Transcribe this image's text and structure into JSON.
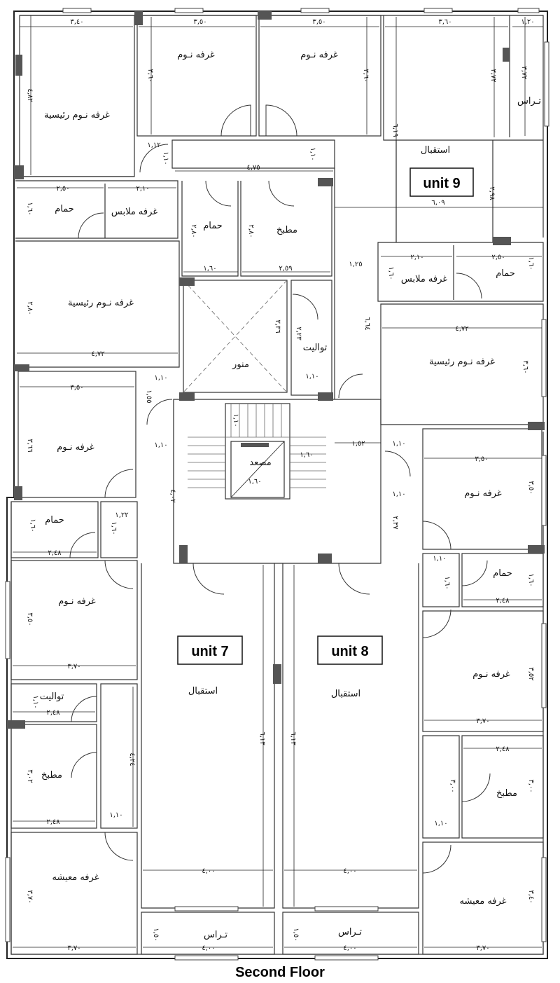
{
  "title": "Second Floor",
  "units": [
    {
      "id": "unit7",
      "label": "unit 7"
    },
    {
      "id": "unit8",
      "label": "unit 8"
    },
    {
      "id": "unit9",
      "label": "unit 9"
    }
  ],
  "rooms": {
    "master_bed_tl": "غرفه نـوم رئيسية",
    "bed_top1": "غرفه نـوم",
    "bed_top2": "غرفه نـوم",
    "reception_top": "استقبال",
    "terrace_top": "تـراس",
    "bath_l1": "حمام",
    "dress_l1": "غرفه ملابس",
    "bath_c": "حمام",
    "kitchen_c": "مطبخ",
    "dress_r1": "غرفه ملابس",
    "bath_r1": "حمام",
    "master_bed_l2": "غرفه نـوم رئيسية",
    "shaft": "منور",
    "toilet_c": "تواليت",
    "master_bed_r2": "غرفه نـوم رئيسية",
    "bed_l3": "غرفه نـوم",
    "elevator": "مصعد",
    "bed_r3": "غرفه نـوم",
    "bath_l3": "حمام",
    "bath_r3": "حمام",
    "bed_l4": "غرفه نـوم",
    "bed_r4": "غرفه نـوم",
    "reception_7": "استقبال",
    "reception_8": "استقبال",
    "toilet_l": "تواليت",
    "kitchen_l": "مطبخ",
    "kitchen_r": "مطبخ",
    "living_l": "غرفه معيشه",
    "living_r": "غرفه معيشه",
    "terrace_7": "تـراس",
    "terrace_8": "تـراس"
  },
  "dims": {
    "d1": "٣,٤٠",
    "d2": "٣,٥٠",
    "d3": "٣,٥٠",
    "d4": "٣,٦٠",
    "d5": "١,٢٠",
    "d6": "٣,٦٠",
    "d7": "٣,٦٠",
    "d8": "٤,٨٢",
    "d9": "٣,٧٢",
    "d10": "٣,٧٢",
    "d11": "١,١٢",
    "d12": "١,١٠",
    "d13": "٤,٧٥",
    "d14": "١,١٠",
    "d15": "٦,١٩",
    "d16": "٢,٥٠",
    "d17": "٢,١٠",
    "d18": "١,٦٠",
    "d19": "٢,٨٠",
    "d20": "٢,٨٠",
    "d21": "٢,٩٨",
    "d22": "٦,٠٩",
    "d23": "١,٦٠",
    "d24": "٢,٥٩",
    "d25": "١,٢٥",
    "d26": "٢,١٠",
    "d27": "٢,٥٠",
    "d28": "١,٦٠",
    "d29": "١,٦٠",
    "d30": "٢,٨٠",
    "d31": "٤,٧٢",
    "d32": "٣,٣٦",
    "d33": "٢,٢٣",
    "d34": "٦,٦٤",
    "d35": "٤,٧٢",
    "d36": "٣,٦٠",
    "d37": "١,١٠",
    "d38": "١,١٠",
    "d39": "٣,٥٠",
    "d40": "٣,٦٦",
    "d41": "١,٥٥",
    "d42": "١,١٠",
    "d43": "١,١٠",
    "d44": "١,٥٢",
    "d45": "١,١٠",
    "d46": "٣,٥٠",
    "d47": "٤,٠٢",
    "d48": "١,٦٠",
    "d49": "١,٦٠",
    "d50": "٣,٥٠",
    "d51": "١,٢٢",
    "d52": "١,٦٠",
    "d53": "١,٦٠",
    "d54": "٢,٤٨",
    "d55": "١,١٠",
    "d56": "٢,٣٧",
    "d57": "١,١٠",
    "d58": "١,٦٠",
    "d59": "١,٦٠",
    "d60": "٢,٤٨",
    "d61": "٣,٥٠",
    "d62": "٣,٧٠",
    "d63": "٣,٥٢",
    "d64": "١,١٠",
    "d65": "٢,٤٨",
    "d66": "٦,١٣",
    "d67": "٦,١٣",
    "d68": "٣,٧٠",
    "d69": "٣,٠٢",
    "d70": "٤,٢٤",
    "d71": "٢,٤٨",
    "d72": "٣,٠٠",
    "d73": "٣,٠٠",
    "d74": "١,١٠",
    "d75": "٢,٤٨",
    "d76": "١,١٠",
    "d77": "٤,٠٠",
    "d78": "٤,٠٠",
    "d79": "٣,٧٠",
    "d80": "٣,٤٠",
    "d81": "١,٥٠",
    "d82": "٤,٠٠",
    "d83": "١,٥٠",
    "d84": "٤,٠٠",
    "d85": "٣,٧٠",
    "d86": "٣,٧٠"
  }
}
